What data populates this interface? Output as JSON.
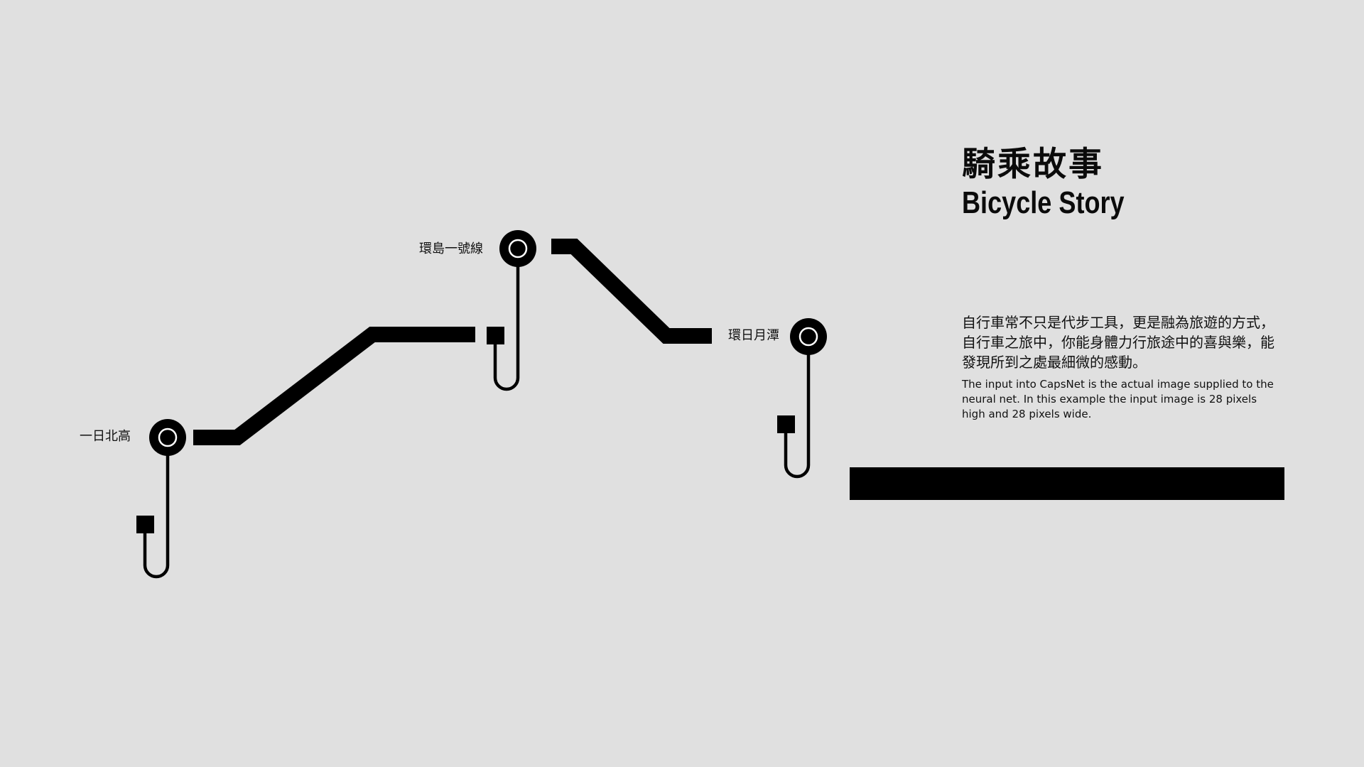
{
  "title": {
    "zh": "騎乘故事",
    "en": "Bicycle Story"
  },
  "description": {
    "zh": "自行車常不只是代步工具，更是融為旅遊的方式，自行車之旅中，你能身體力行旅途中的喜與樂，能發現所到之處最細微的感動。",
    "en": "The input into CapsNet is the actual image supplied to the neural net. In this example the input image is 28 pixels high and 28 pixels wide."
  },
  "stations": [
    {
      "id": "yiri-beigao",
      "label": "一日北高"
    },
    {
      "id": "huandao-1",
      "label": "環島一號線"
    },
    {
      "id": "huanri-yuetan",
      "label": "環日月潭"
    }
  ],
  "colors": {
    "background": "#e0e0e0",
    "ink": "#000000"
  }
}
